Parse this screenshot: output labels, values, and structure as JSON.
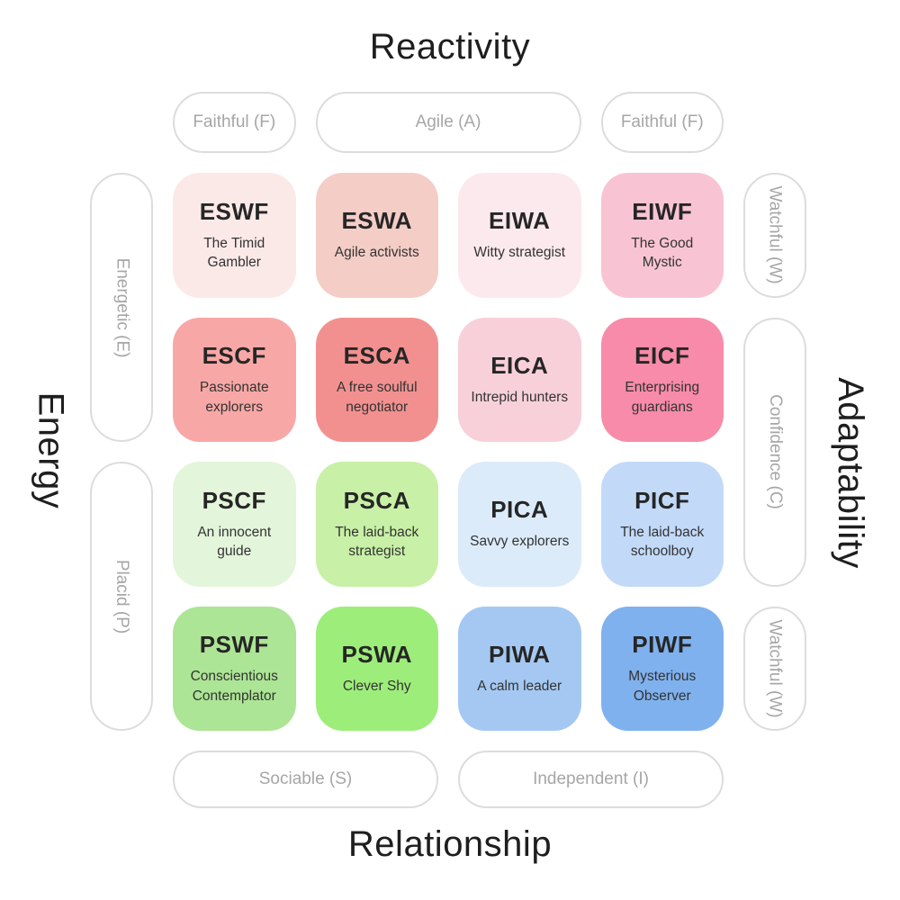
{
  "axes": {
    "top": "Reactivity",
    "bottom": "Relationship",
    "left": "Energy",
    "right": "Adaptability"
  },
  "pills": {
    "top": [
      {
        "label": "Faithful (F)"
      },
      {
        "label": "Agile (A)"
      },
      {
        "label": "Faithful (F)"
      }
    ],
    "left": [
      {
        "label": "Energetic (E)"
      },
      {
        "label": "Placid (P)"
      }
    ],
    "right": [
      {
        "label": "Watchful (W)"
      },
      {
        "label": "Confidence (C)"
      },
      {
        "label": "Watchful (W)"
      }
    ],
    "bottom": [
      {
        "label": "Sociable (S)"
      },
      {
        "label": "Independent (I)"
      }
    ]
  },
  "cells": [
    {
      "code": "ESWF",
      "desc": "The Timid Gambler",
      "bg": "#fbe9e8"
    },
    {
      "code": "ESWA",
      "desc": "Agile activists",
      "bg": "#f4cdc7"
    },
    {
      "code": "EIWA",
      "desc": "Witty strategist",
      "bg": "#fbe9ed"
    },
    {
      "code": "EIWF",
      "desc": "The Good Mystic",
      "bg": "#f8c4d3"
    },
    {
      "code": "ESCF",
      "desc": "Passionate explorers",
      "bg": "#f7a8a6"
    },
    {
      "code": "ESCA",
      "desc": "A free soulful negotiator",
      "bg": "#f29090"
    },
    {
      "code": "EICA",
      "desc": "Intrepid hunters",
      "bg": "#f8d0da"
    },
    {
      "code": "EICF",
      "desc": "Enterprising guardians",
      "bg": "#f78ba9"
    },
    {
      "code": "PSCF",
      "desc": "An innocent guide",
      "bg": "#e3f5da"
    },
    {
      "code": "PSCA",
      "desc": "The laid-back strategist",
      "bg": "#c8f0a6"
    },
    {
      "code": "PICA",
      "desc": "Savvy explorers",
      "bg": "#dcebfa"
    },
    {
      "code": "PICF",
      "desc": "The laid-back schoolboy",
      "bg": "#c2daf8"
    },
    {
      "code": "PSWF",
      "desc": "Conscientious Contemplator",
      "bg": "#ace595"
    },
    {
      "code": "PSWA",
      "desc": "Clever Shy",
      "bg": "#9ded7a"
    },
    {
      "code": "PIWA",
      "desc": "A calm leader",
      "bg": "#a4c8f2"
    },
    {
      "code": "PIWF",
      "desc": "Mysterious Observer",
      "bg": "#7fb1ee"
    }
  ],
  "colors": {
    "background": "#ffffff",
    "pill-border": "#dcdcdc",
    "pill-text": "#a6a6a6",
    "title-text": "#1e1e1e",
    "code-text": "#262626",
    "desc-text": "#333333"
  }
}
